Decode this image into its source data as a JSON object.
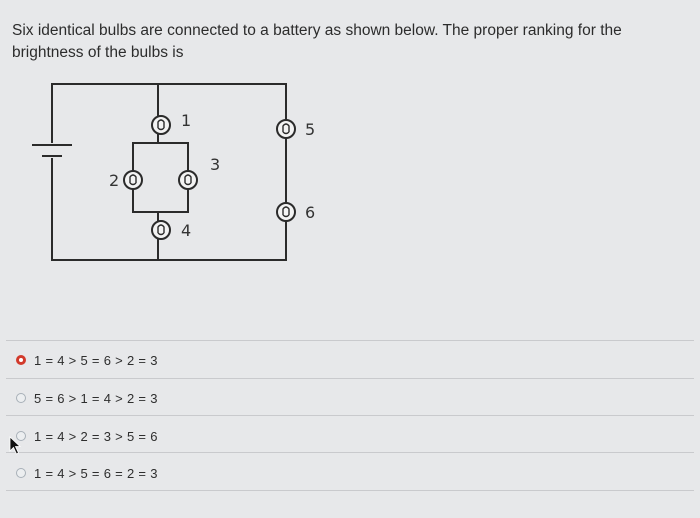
{
  "question": {
    "text": "Six identical bulbs are connected to a battery as shown below. The proper ranking for the brightness of the bulbs is"
  },
  "circuit": {
    "bulb_labels": [
      "1",
      "2",
      "3",
      "4",
      "5",
      "6"
    ]
  },
  "options": [
    {
      "label": "1 = 4 > 5 = 6 > 2 = 3",
      "selected": true
    },
    {
      "label": "5 = 6 > 1 = 4 > 2 = 3",
      "selected": false
    },
    {
      "label": "1 = 4 > 2 = 3 > 5 = 6",
      "selected": false
    },
    {
      "label": "1 = 4 > 5 = 6 = 2 = 3",
      "selected": false
    }
  ],
  "colors": {
    "selected_radio": "#d23a2c",
    "background": "#e7e8ea"
  }
}
